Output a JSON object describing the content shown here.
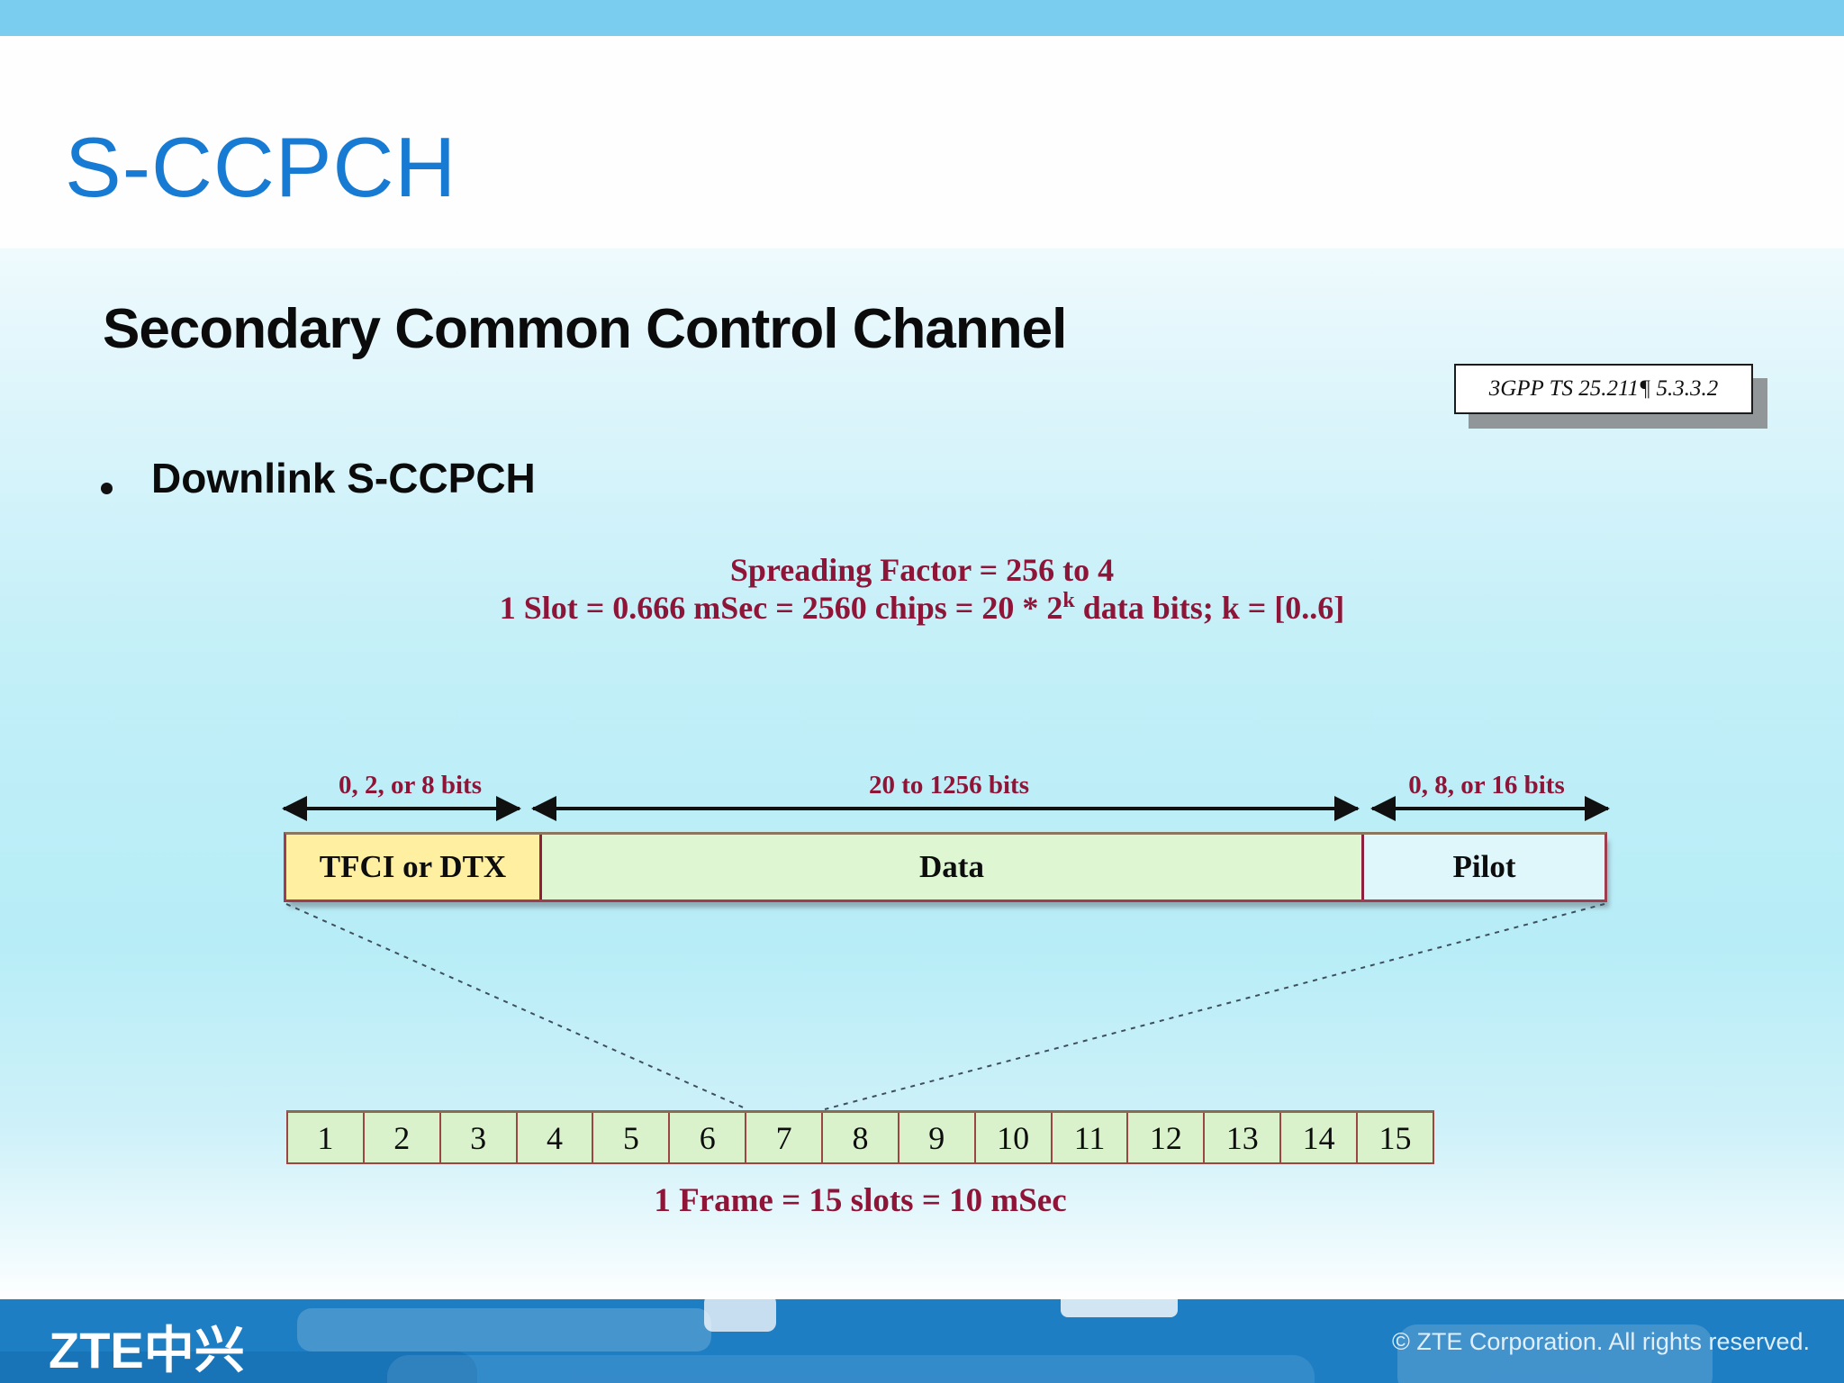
{
  "slide": {
    "title": "S-CCPCH",
    "heading": "Secondary Common Control Channel",
    "reference": "3GPP TS 25.211¶ 5.3.3.2",
    "bullet": "Downlink S-CCPCH",
    "formula_line1": "Spreading Factor = 256 to 4",
    "formula_line2": {
      "pre": "1 Slot  =  0.666 mSec  =  2560 chips  = 20 * 2",
      "sup": "k",
      "post": " data bits; k = [0..6]"
    }
  },
  "slot_diagram": {
    "arrows": [
      {
        "label": "0, 2, or 8 bits"
      },
      {
        "label": "20 to 1256 bits"
      },
      {
        "label": "0, 8, or 16 bits"
      }
    ],
    "cells": [
      {
        "label": "TFCI or DTX",
        "color": "#FEF0A0"
      },
      {
        "label": "Data",
        "color": "#DFF6D2"
      },
      {
        "label": "Pilot",
        "color": "#DFF6FA"
      }
    ]
  },
  "frame_diagram": {
    "slots": [
      "1",
      "2",
      "3",
      "4",
      "5",
      "6",
      "7",
      "8",
      "9",
      "10",
      "11",
      "12",
      "13",
      "14",
      "15"
    ],
    "slot_fill_color": "#D9F2CB",
    "caption": "1 Frame  =  15 slots  =  10 mSec"
  },
  "footer": {
    "logo": "ZTE中兴",
    "copyright": "© ZTE Corporation. All rights reserved."
  },
  "colors": {
    "top_bar": "#7BCDEF",
    "title_blue": "#177BD3",
    "accent_crimson": "#8E1538",
    "footer_blue": "#1E7EC3",
    "border_maroon": "#9C3D50"
  }
}
